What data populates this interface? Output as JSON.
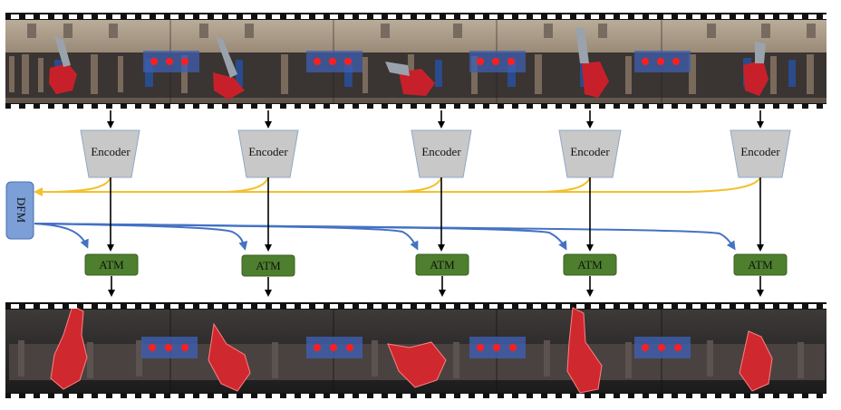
{
  "encoder_label": "Encoder",
  "atm_label": "ATM",
  "dfm_label": "DFM",
  "colors": {
    "encoder_fill": "#c8c8c8",
    "encoder_stroke": "#8fa8c8",
    "atm_fill": "#4d7f2e",
    "dfm_fill": "#7b9fd6",
    "yellow_arrow": "#f2c12e",
    "blue_arrow": "#4472c4",
    "black_arrow": "#000000",
    "dancer_red": "#c8202a",
    "ellipsis_dot": "#ff1e1e",
    "ellipsis_box": "#3f5fb0"
  }
}
